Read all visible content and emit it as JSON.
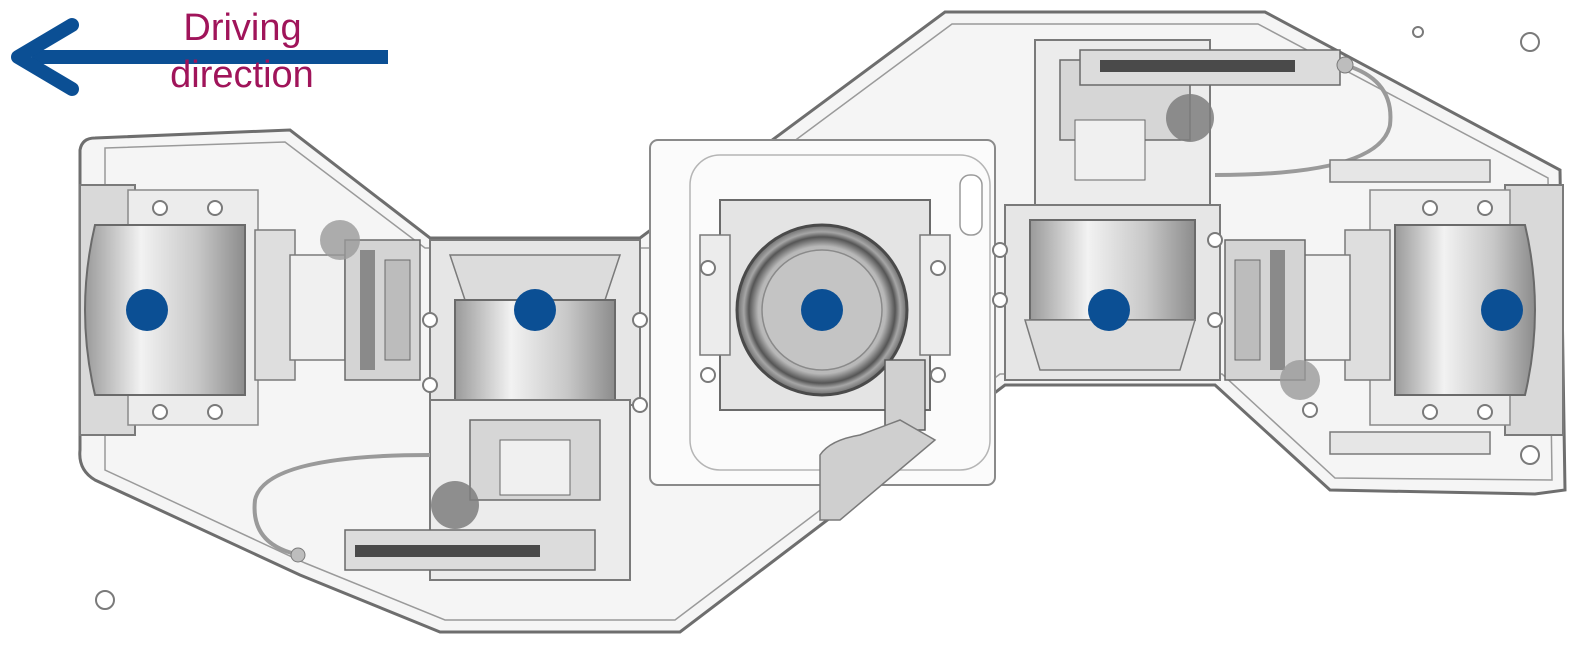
{
  "label": {
    "line1": "Driving",
    "line2": "direction"
  },
  "colors": {
    "arrow": "#0b4f94",
    "label_text": "#a0145a",
    "marker": "#0b4f94",
    "housing_stroke": "#6e6e6e",
    "housing_fill": "#f4f4f4",
    "component_fill": "#cfcfcf",
    "dark_part": "#8a8a8a"
  },
  "icons": {
    "arrow": "arrow-left-icon",
    "marker": "filled-circle-marker"
  },
  "markers": [
    {
      "name": "camera-marker-1"
    },
    {
      "name": "camera-marker-2"
    },
    {
      "name": "camera-marker-3"
    },
    {
      "name": "camera-marker-4"
    },
    {
      "name": "camera-marker-5"
    }
  ]
}
